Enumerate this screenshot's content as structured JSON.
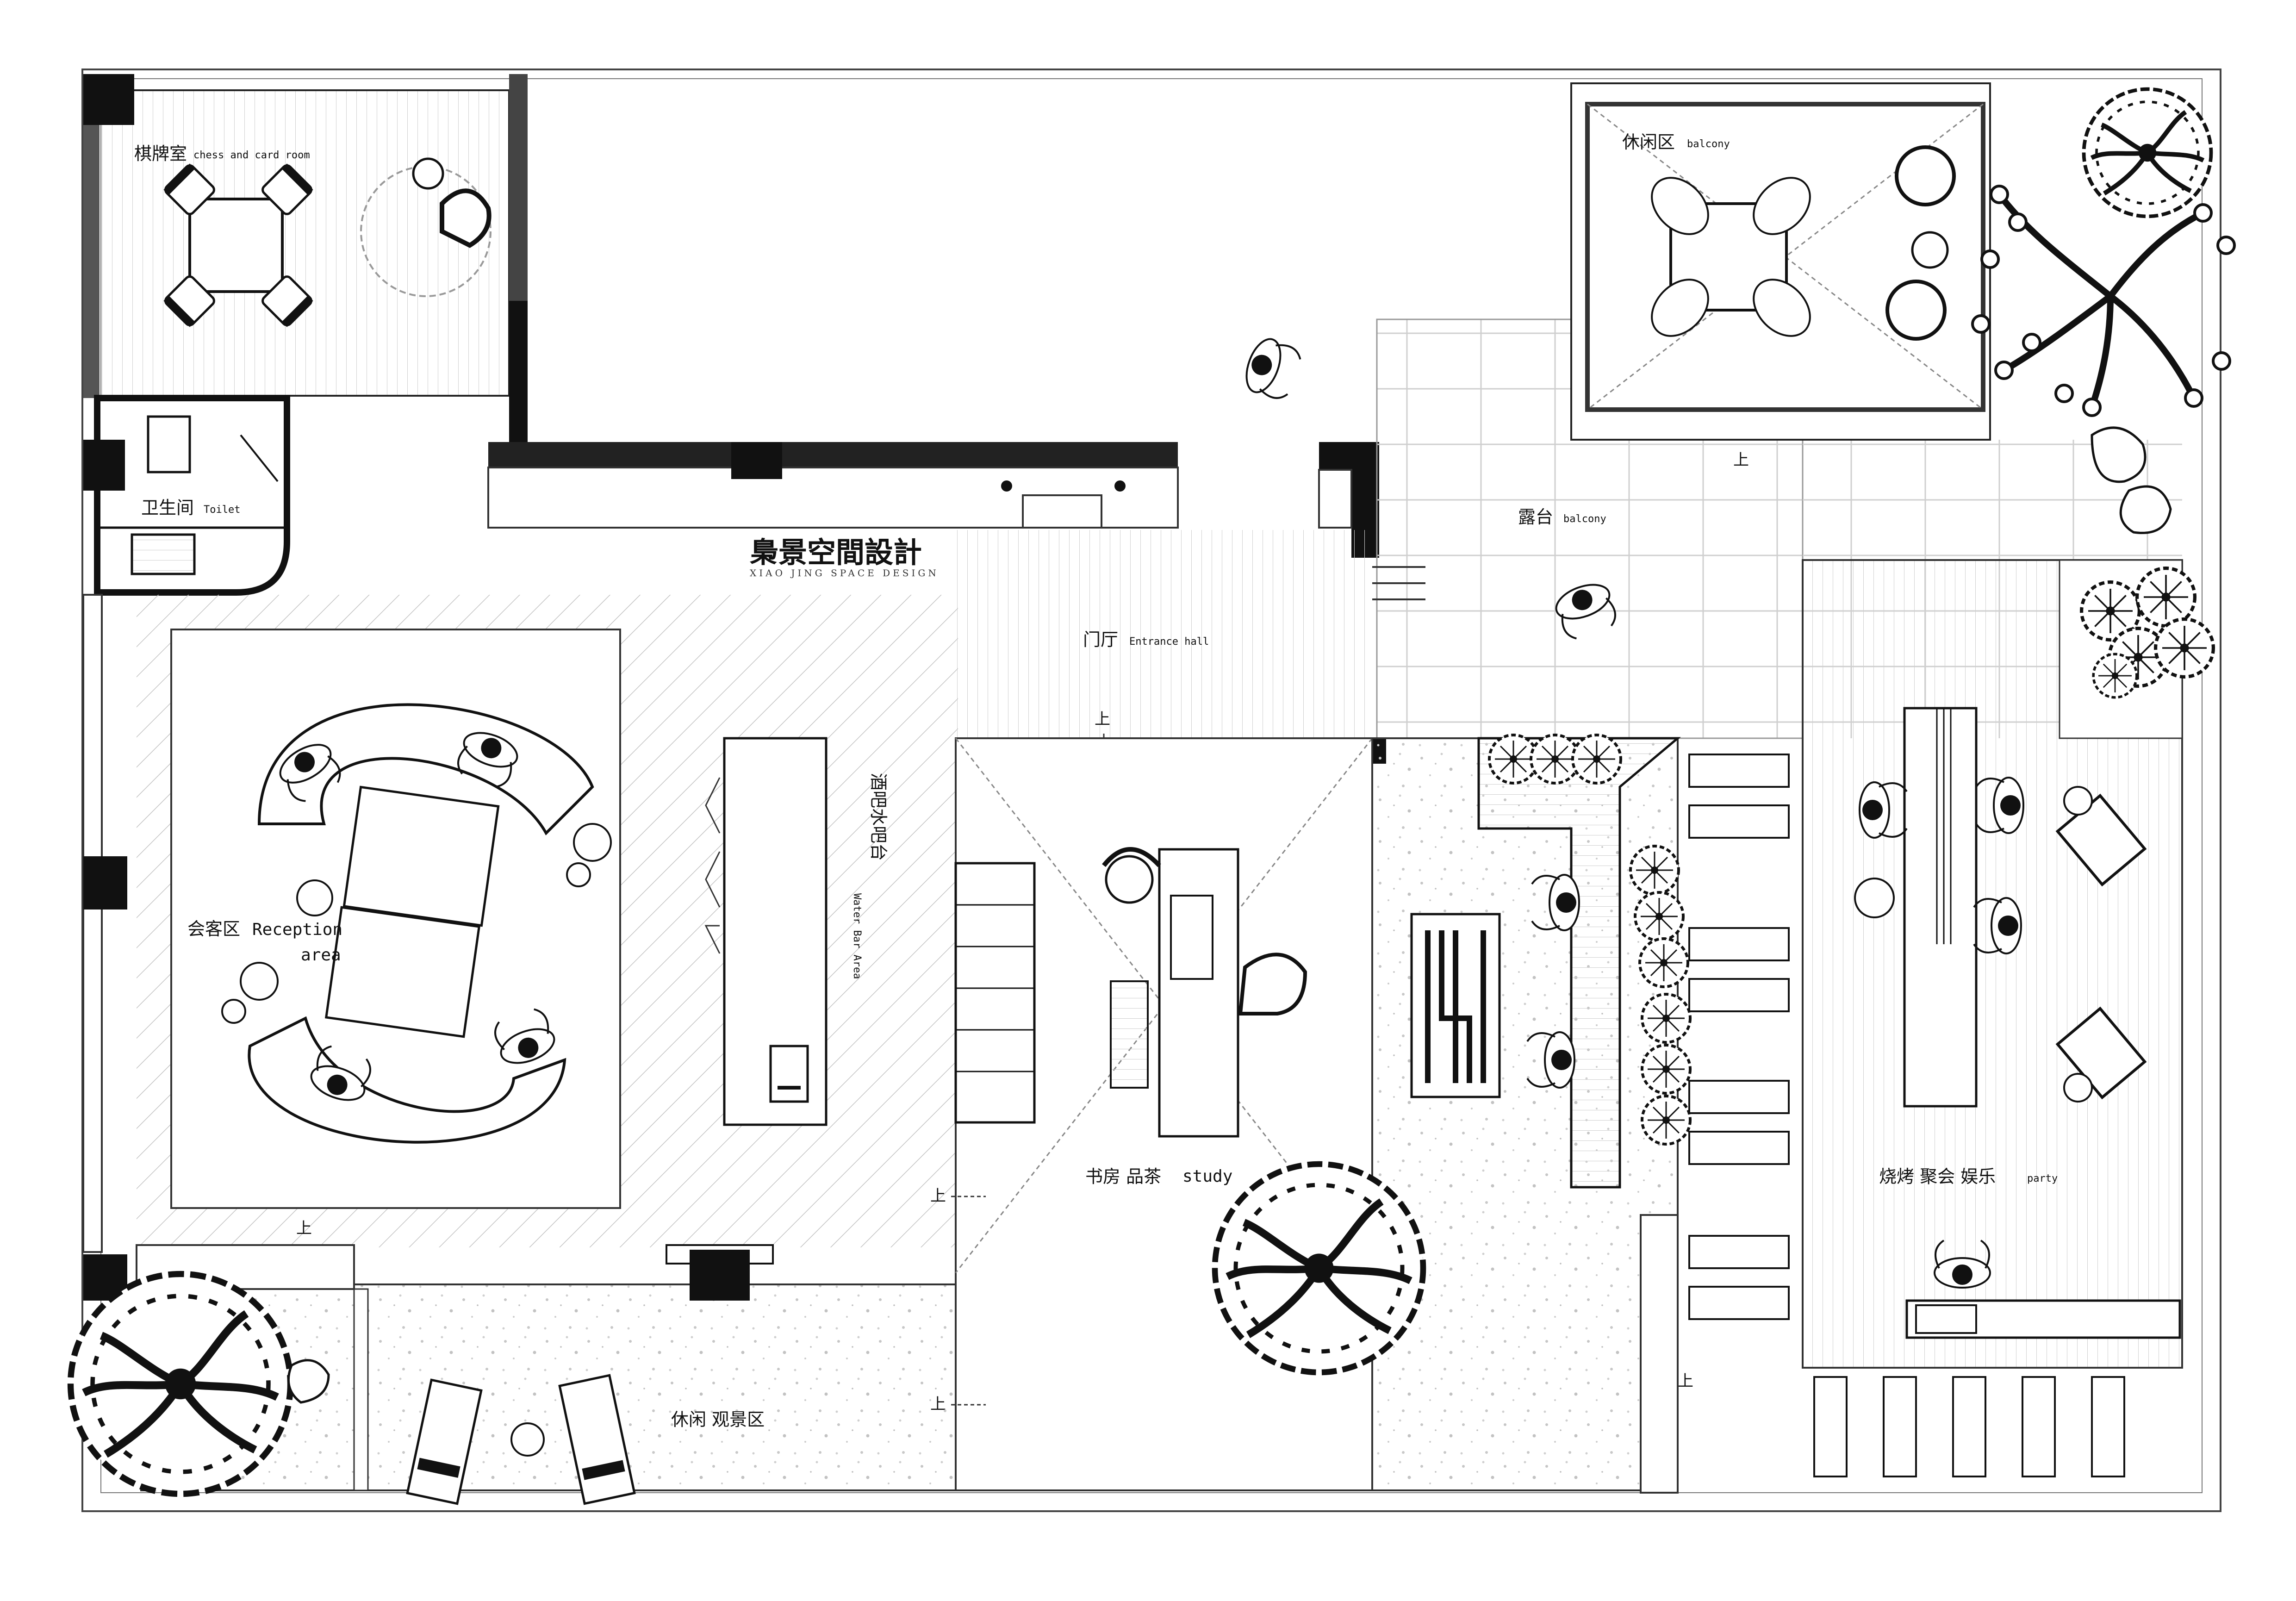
{
  "brand": {
    "name": "梟景空間設計",
    "english": "XIAO JING SPACE DESIGN"
  },
  "colors": {
    "wall": "#111111",
    "wall_gray": "#666666",
    "line": "#222222",
    "hatch": "#bbbbbb",
    "gravel": "#c8c8c8",
    "tree": "#111111"
  },
  "rooms": {
    "chess": {
      "zh": "棋牌室",
      "en": "chess and card room"
    },
    "toilet": {
      "zh": "卫生间",
      "en": "Toilet"
    },
    "balcony_upper": {
      "zh": "休闲区",
      "en": "balcony"
    },
    "terrace": {
      "zh": "露台",
      "en": "balcony"
    },
    "entrance": {
      "zh": "门厅",
      "en": "Entrance hall"
    },
    "reception": {
      "zh": "会客区",
      "en": "Reception",
      "en2": "area"
    },
    "bar": {
      "zh": "酒吧水吧台",
      "en": "Water Bar Area"
    },
    "study": {
      "zh": "书房 品茶",
      "en": "study"
    },
    "party": {
      "zh": "烧烤 聚会 娱乐",
      "en": "party"
    },
    "viewing": {
      "zh": "休闲 观景区"
    }
  },
  "stairs": {
    "up_label": "上"
  }
}
